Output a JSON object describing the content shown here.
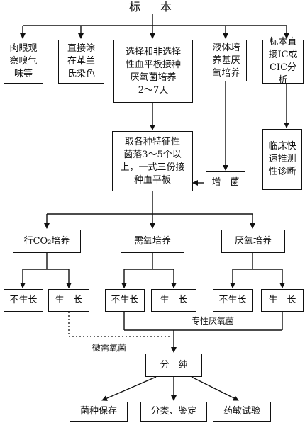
{
  "diagram": {
    "root": "标　本",
    "top_row": [
      "肉眼观\n察嗅气\n味等",
      "直接涂\n在革兰\n氏染色",
      "选择和非选择\n性血平板接种\n厌氧菌培养\n2～7天",
      "液体培\n养基厌\n氧培养",
      "标本直\n接IC或\nCIC分析"
    ],
    "pick_colonies": "取各种特征性\n菌落3～5个以\n上，一式三份接\n种血平板",
    "enrich": "增　菌",
    "rapid_diagnosis": "临床快\n速推测\n性诊断",
    "cultures": [
      "行CO₂培养",
      "需氧培养",
      "厌氧培养"
    ],
    "no_growth": "不生长",
    "growth": "生　长",
    "obligate_anaerobe": "专性厌氧菌",
    "microaerophile": "微需氧菌",
    "purify": "分　纯",
    "bottom_row": [
      "菌种保存",
      "分类、鉴定",
      "药敏试验"
    ]
  }
}
